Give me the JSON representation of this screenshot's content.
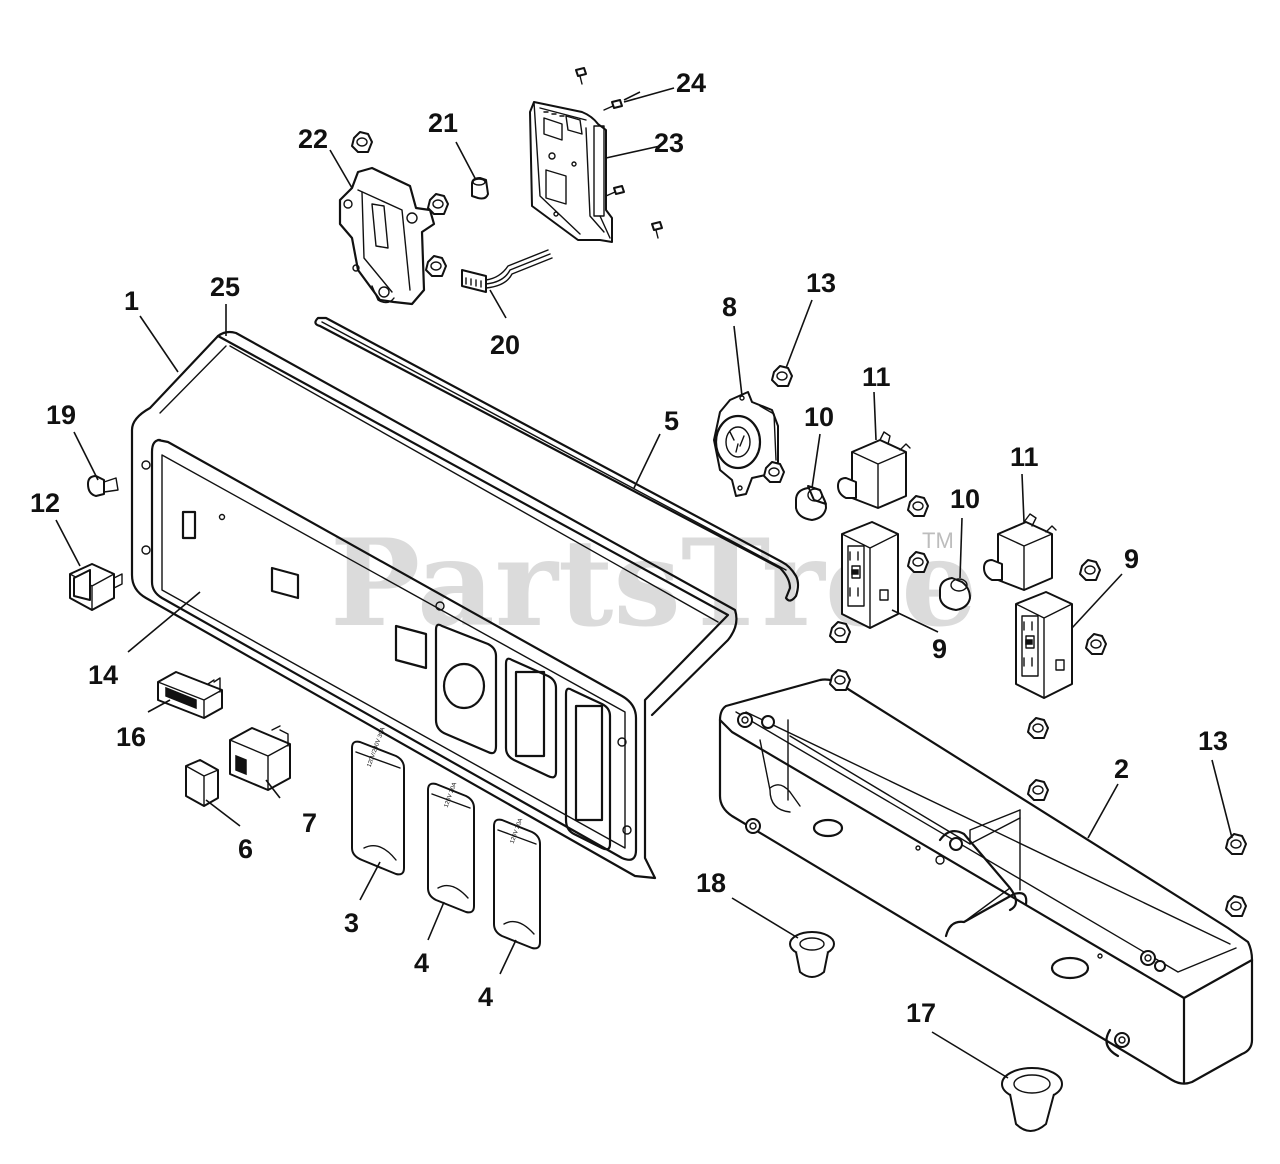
{
  "watermark": {
    "brand": "PartsTree",
    "trademark": "TM"
  },
  "labels": {
    "l1": "1",
    "l2": "2",
    "l3": "3",
    "l4a": "4",
    "l4b": "4",
    "l5": "5",
    "l6": "6",
    "l7": "7",
    "l8": "8",
    "l9a": "9",
    "l9b": "9",
    "l10a": "10",
    "l10b": "10",
    "l11a": "11",
    "l11b": "11",
    "l12": "12",
    "l13a": "13",
    "l13b": "13",
    "l14": "14",
    "l16": "16",
    "l17": "17",
    "l18": "18",
    "l19": "19",
    "l20": "20",
    "l21": "21",
    "l22": "22",
    "l23": "23",
    "l24": "24",
    "l25": "25"
  }
}
